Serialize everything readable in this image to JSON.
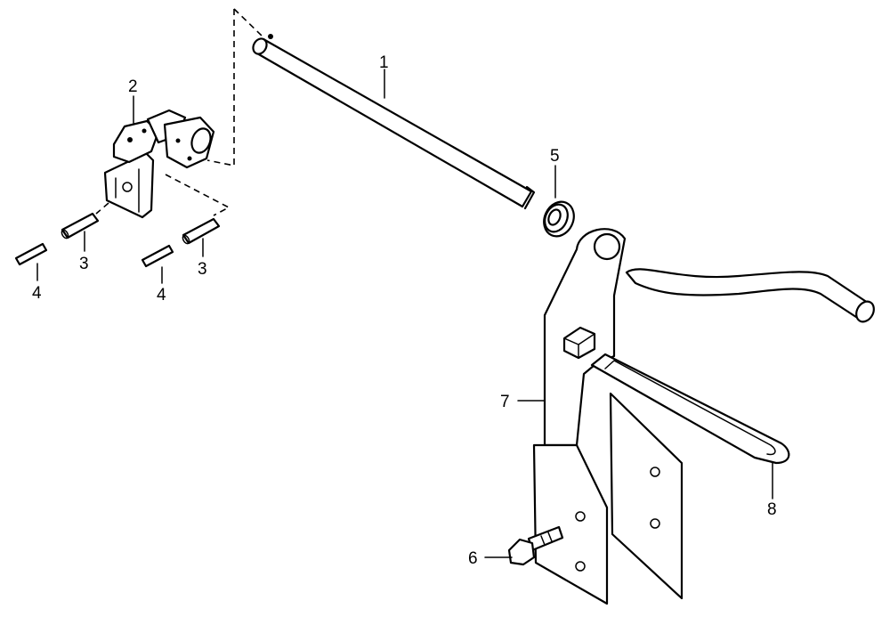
{
  "diagram": {
    "callouts": [
      {
        "id": "callout-1",
        "text": "1"
      },
      {
        "id": "callout-2",
        "text": "2"
      },
      {
        "id": "callout-3a",
        "text": "3"
      },
      {
        "id": "callout-3b",
        "text": "3"
      },
      {
        "id": "callout-4a",
        "text": "4"
      },
      {
        "id": "callout-4b",
        "text": "4"
      },
      {
        "id": "callout-5",
        "text": "5"
      },
      {
        "id": "callout-6",
        "text": "6"
      },
      {
        "id": "callout-7",
        "text": "7"
      },
      {
        "id": "callout-8",
        "text": "8"
      }
    ]
  }
}
